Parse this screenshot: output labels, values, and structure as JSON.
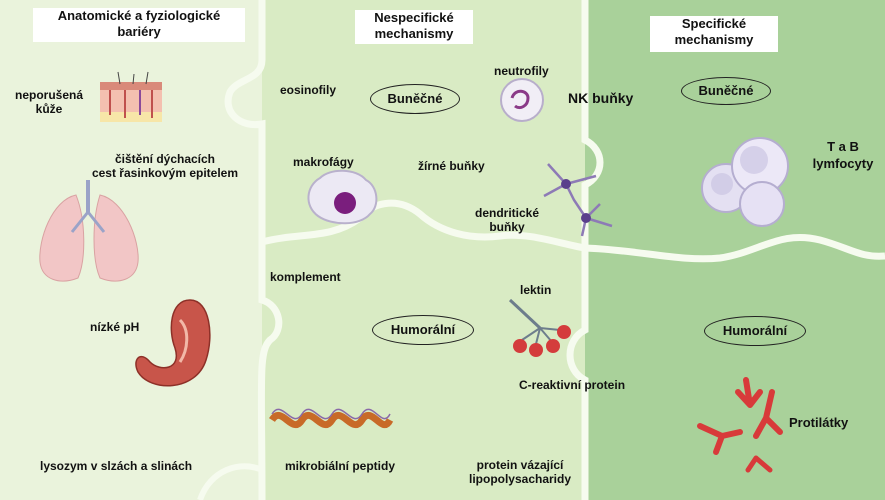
{
  "colors": {
    "left_panel": "#eaf3dc",
    "middle_panel": "#d9ebc4",
    "right_panel": "#a9d19a",
    "puzzle_edge": "#f6fbef"
  },
  "headers": {
    "left": [
      "Anatomické a fyziologické",
      "bariéry"
    ],
    "middle": [
      "Nespecifické",
      "mechanismy"
    ],
    "right": [
      "Specifické",
      "mechanismy"
    ]
  },
  "ovals": {
    "nonspecific_cellular": "Buněčné",
    "specific_cellular": "Buněčné",
    "nonspecific_humoral": "Humorální",
    "specific_humoral": "Humorální"
  },
  "barriers": {
    "skin": [
      "neporušená",
      "kůže"
    ],
    "airways": [
      "čištění dýchacích",
      "cest řasinkovým epitelem"
    ],
    "ph": "nízké pH",
    "lysozyme": "lysozym v slzách a slinách"
  },
  "nonspecific": {
    "eosinophils": "eosinofily",
    "neutrophils": "neutrofily",
    "nk_cells": "NK buňky",
    "macrophages": "makrofágy",
    "mast_cells": "žírné buňky",
    "dendritic": [
      "dendritické",
      "buňky"
    ],
    "complement": "komplement",
    "lectin": "lektin",
    "crp": "C-reaktivní protein",
    "peptides": "mikrobiální peptidy",
    "lbp": [
      "protein vázající",
      "lipopolysacharidy"
    ]
  },
  "specific": {
    "lymphocytes": [
      "T a B",
      "lymfocyty"
    ],
    "antibodies": "Protilátky"
  },
  "icons": [
    "skin-section-icon",
    "lungs-icon",
    "stomach-icon",
    "neutrophil-icon",
    "macrophage-icon",
    "dendritic-cell-icon",
    "lectin-molecule-icon",
    "peptide-helix-icon",
    "lymphocyte-cluster-icon",
    "antibody-icon"
  ]
}
